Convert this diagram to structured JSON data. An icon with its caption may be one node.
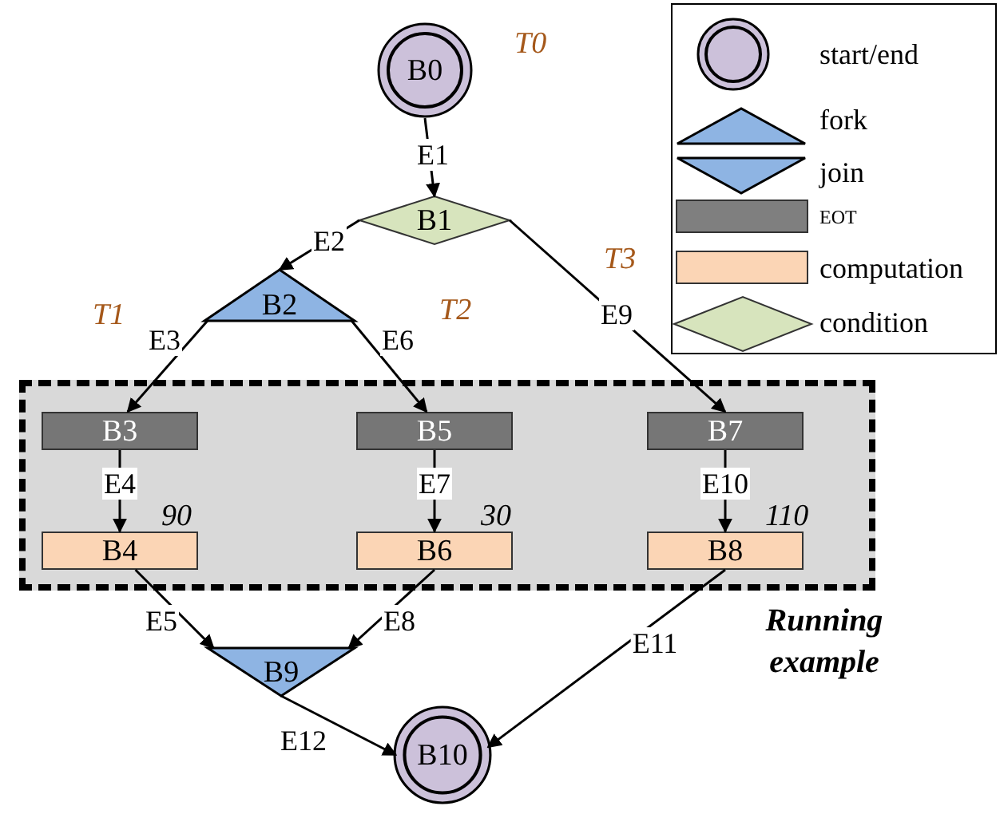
{
  "diagram": {
    "nodes": [
      {
        "text": [
          "B0"
        ],
        "beside": [
          "T0"
        ]
      },
      {
        "text": [
          "B1"
        ]
      },
      {
        "text": [
          "B2"
        ]
      },
      {
        "text": [
          "Running example"
        ]
      },
      {
        "text": [
          "B3"
        ],
        "in": 3
      },
      {
        "text": [
          "B5"
        ],
        "in": 3
      },
      {
        "text": [
          "B7"
        ],
        "in": 3
      },
      {
        "text": [
          "B4"
        ],
        "in": 3,
        "beside": [
          "90"
        ]
      },
      {
        "text": [
          "B6"
        ],
        "in": 3,
        "beside": [
          "30"
        ]
      },
      {
        "text": [
          "B8"
        ],
        "in": 3,
        "beside": [
          "110"
        ]
      },
      {
        "text": [
          "B9"
        ]
      },
      {
        "text": [
          "B10"
        ]
      }
    ],
    "edges": [
      {
        "from": 0,
        "to": 1,
        "arrow": "to",
        "label": "E1"
      },
      {
        "from": 1,
        "to": 2,
        "arrow": "to",
        "label": "E2"
      },
      {
        "from": 2,
        "to": 4,
        "arrow": "to",
        "label": "E3"
      },
      {
        "from": 4,
        "to": 7,
        "arrow": "to",
        "label": "E4"
      },
      {
        "from": 7,
        "to": 10,
        "arrow": "to",
        "label": "E5"
      },
      {
        "from": 2,
        "to": 5,
        "arrow": "to",
        "label": "E6"
      },
      {
        "from": 5,
        "to": 8,
        "arrow": "to",
        "label": "E7"
      },
      {
        "from": 8,
        "to": 10,
        "arrow": "to",
        "label": "E8"
      },
      {
        "from": 1,
        "to": 6,
        "arrow": "to",
        "label": "E9"
      },
      {
        "from": 6,
        "to": 9,
        "arrow": "to",
        "label": "E10"
      },
      {
        "from": 9,
        "to": 11,
        "arrow": "to",
        "label": "E11"
      },
      {
        "from": 10,
        "to": 11,
        "arrow": "to",
        "label": "E12"
      }
    ],
    "labels": [
      "T1",
      "T2",
      "T3"
    ],
    "legend": [
      {
        "text": "start/end"
      },
      {
        "text": "fork"
      },
      {
        "text": "join"
      },
      {
        "text": "EOT",
        "color": "#7f7f7f"
      },
      {
        "text": "computation",
        "color": "#fbd5b5"
      },
      {
        "text": "condition"
      }
    ]
  }
}
